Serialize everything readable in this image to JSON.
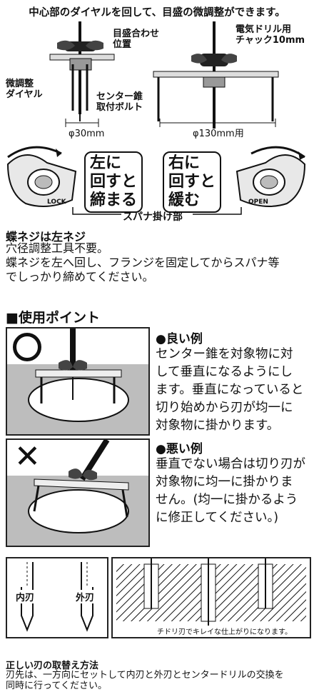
{
  "header": {
    "caption": "中心部のダイヤルを回して、目盛の微調整ができます。"
  },
  "diagram_small": {
    "scale_label_line1": "目盛合わせ",
    "scale_label_line2": "位置",
    "dial_label_line1": "微調整",
    "dial_label_line2": "ダイヤル",
    "bolt_label_line1": "センター錐",
    "bolt_label_line2": "取付ボルト",
    "size_label": "φ30mm"
  },
  "diagram_large": {
    "chuck_label_line1": "電気ドリル用",
    "chuck_label_line2": "チャック10mm",
    "size_label": "φ130mm用"
  },
  "wing_nut": {
    "left_bubble": "左に\n回すと\n締まる",
    "right_bubble": "右に\n回すと\n緩む",
    "lock_text": "LOCK",
    "open_text": "OPEN",
    "wrench_label": "スパナ掛け部"
  },
  "note": {
    "title": "蝶ネジは左ネジ",
    "line1": "穴径調整工具不要。",
    "line2": "蝶ネジを左へ回し、フランジを固定してからスパナ等",
    "line3": "でしっかり締めてください。"
  },
  "usage": {
    "heading": "■使用ポイント",
    "good": {
      "title": "●良い例",
      "lines": [
        "センター錐を対象物に対",
        "して垂直になるようにし",
        "ます。垂直になっていると",
        "切り始めから刃が均一に",
        "対象物に掛かります。"
      ]
    },
    "bad": {
      "title": "●悪い例",
      "lines": [
        "垂直でない場合は切り刃が",
        "対象物に均一に掛かりま",
        "せん。(均一に掛かるよう",
        "に修正してください。)"
      ]
    }
  },
  "blades": {
    "inner_label": "内刃",
    "outer_label": "外刃",
    "section_caption": "チドリ刃でキレイな仕上がりになります。"
  },
  "footer": {
    "title": "正しい刃の取替え方法",
    "line1": "刃先は、一方向にセットして内刃と外刃とセンタードリルの交換を",
    "line2": "同時に行ってください。"
  },
  "colors": {
    "panel_fill": "#bdbdbd",
    "line": "#111111"
  }
}
